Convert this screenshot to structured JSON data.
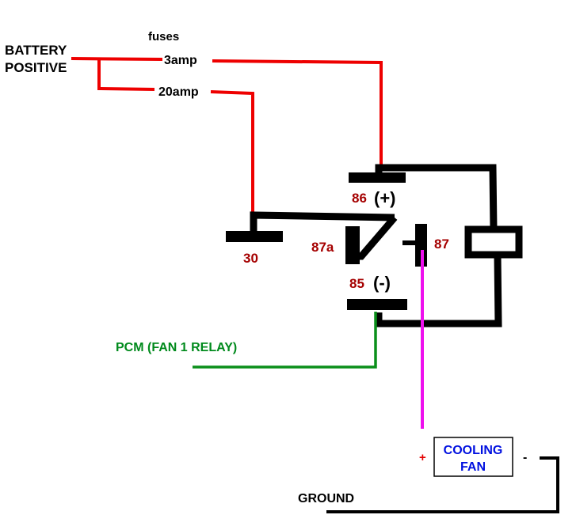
{
  "diagram": {
    "type": "relay wiring diagram",
    "labels": {
      "battery_line1": "BATTERY",
      "battery_line2": "POSITIVE",
      "fuses": "fuses",
      "fuse_3amp": "3amp",
      "fuse_20amp": "20amp",
      "pin_86": "86",
      "pin_86_polarity": "(+)",
      "pin_30": "30",
      "pin_87a": "87a",
      "pin_87": "87",
      "pin_85": "85",
      "pin_85_polarity": "(-)",
      "pcm": "PCM (FAN 1 RELAY)",
      "fan_line1": "COOLING",
      "fan_line2": "FAN",
      "fan_plus": "+",
      "fan_minus": "-",
      "ground": "GROUND"
    },
    "connections": [
      {
        "from": "BATTERY POSITIVE",
        "via": "3amp",
        "to": "86",
        "color": "#ee0000"
      },
      {
        "from": "BATTERY POSITIVE",
        "via": "20amp",
        "to": "30",
        "color": "#ee0000"
      },
      {
        "from": "PCM (FAN 1 RELAY)",
        "to": "85",
        "color": "#0a8f1a"
      },
      {
        "from": "87",
        "to": "COOLING FAN +",
        "color": "#ee10ee"
      },
      {
        "from": "COOLING FAN -",
        "to": "GROUND",
        "color": "#000000"
      }
    ],
    "colors": {
      "power_wire": "#ee0000",
      "pcm_wire": "#0a8f1a",
      "fan_wire": "#ee10ee",
      "ground_wire": "#000000",
      "pin_labels": "#a50000",
      "fan_label": "#0010e0"
    }
  }
}
